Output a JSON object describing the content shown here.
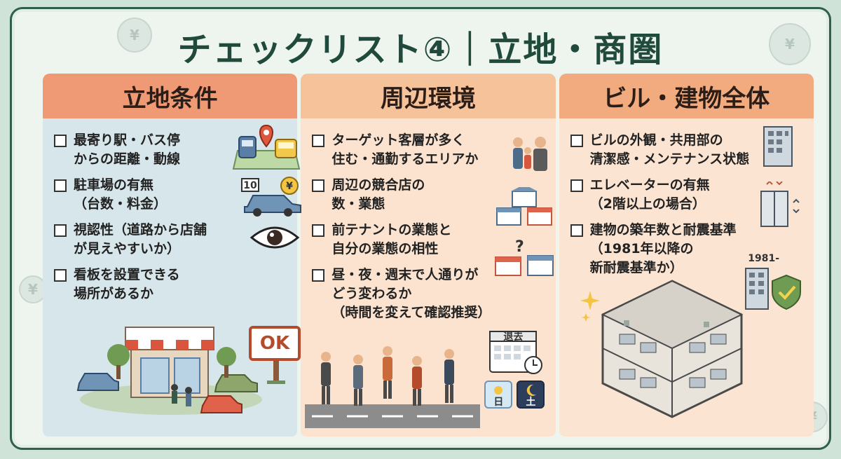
{
  "title": "チェックリスト④｜立地・商圏",
  "columns": [
    {
      "heading": "立地条件",
      "items": [
        [
          "最寄り駅・バス停",
          "からの距離・動線"
        ],
        [
          "駐車場の有無",
          "（台数・料金）"
        ],
        [
          "視認性（道路から店舗",
          "が見えやすいか）"
        ],
        [
          "看板を設置できる",
          "場所があるか"
        ]
      ],
      "badges": {
        "parking_number": "10",
        "coin": "¥",
        "sign": "OK"
      }
    },
    {
      "heading": "周辺環境",
      "items": [
        [
          "ターゲット客層が多く",
          "住む・通勤するエリアか"
        ],
        [
          "周辺の競合店の",
          "数・業態"
        ],
        [
          "前テナントの業態と",
          "自分の業態の相性"
        ],
        [
          "昼・夜・週末で人通りが",
          "どう変わるか",
          "（時間を変えて確認推奨）"
        ]
      ],
      "badges": {
        "calendar": "退去",
        "day": "日",
        "sat": "土"
      }
    },
    {
      "heading": "ビル・建物全体",
      "items": [
        [
          "ビルの外観・共用部の",
          "清潔感・メンテナンス状態"
        ],
        [
          "エレベーターの有無",
          "（2階以上の場合）"
        ],
        [
          "建物の築年数と耐震基準",
          "（1981年以降の",
          "新耐震基準か）"
        ]
      ],
      "badges": {
        "year": "1981-"
      }
    }
  ],
  "colors": {
    "title": "#1f4a3c",
    "frame": "#2f5e4d",
    "col1_head": "#ef9a74",
    "col2_head": "#f6c29a",
    "col3_head": "#f2ab7f"
  }
}
